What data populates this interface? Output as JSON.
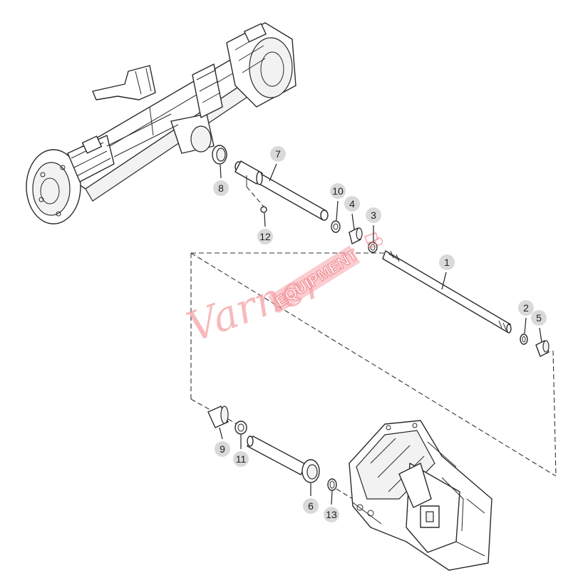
{
  "watermark": {
    "script_text": "Varner",
    "block_text": "EQUIPMENT",
    "color": "#f4a3a8"
  },
  "callouts": [
    {
      "id": "1",
      "label": "1"
    },
    {
      "id": "2",
      "label": "2"
    },
    {
      "id": "3",
      "label": "3"
    },
    {
      "id": "4",
      "label": "4"
    },
    {
      "id": "5",
      "label": "5"
    },
    {
      "id": "6",
      "label": "6"
    },
    {
      "id": "7",
      "label": "7"
    },
    {
      "id": "8",
      "label": "8"
    },
    {
      "id": "9",
      "label": "9"
    },
    {
      "id": "10",
      "label": "10"
    },
    {
      "id": "11",
      "label": "11"
    },
    {
      "id": "12",
      "label": "12"
    },
    {
      "id": "13",
      "label": "13"
    }
  ]
}
